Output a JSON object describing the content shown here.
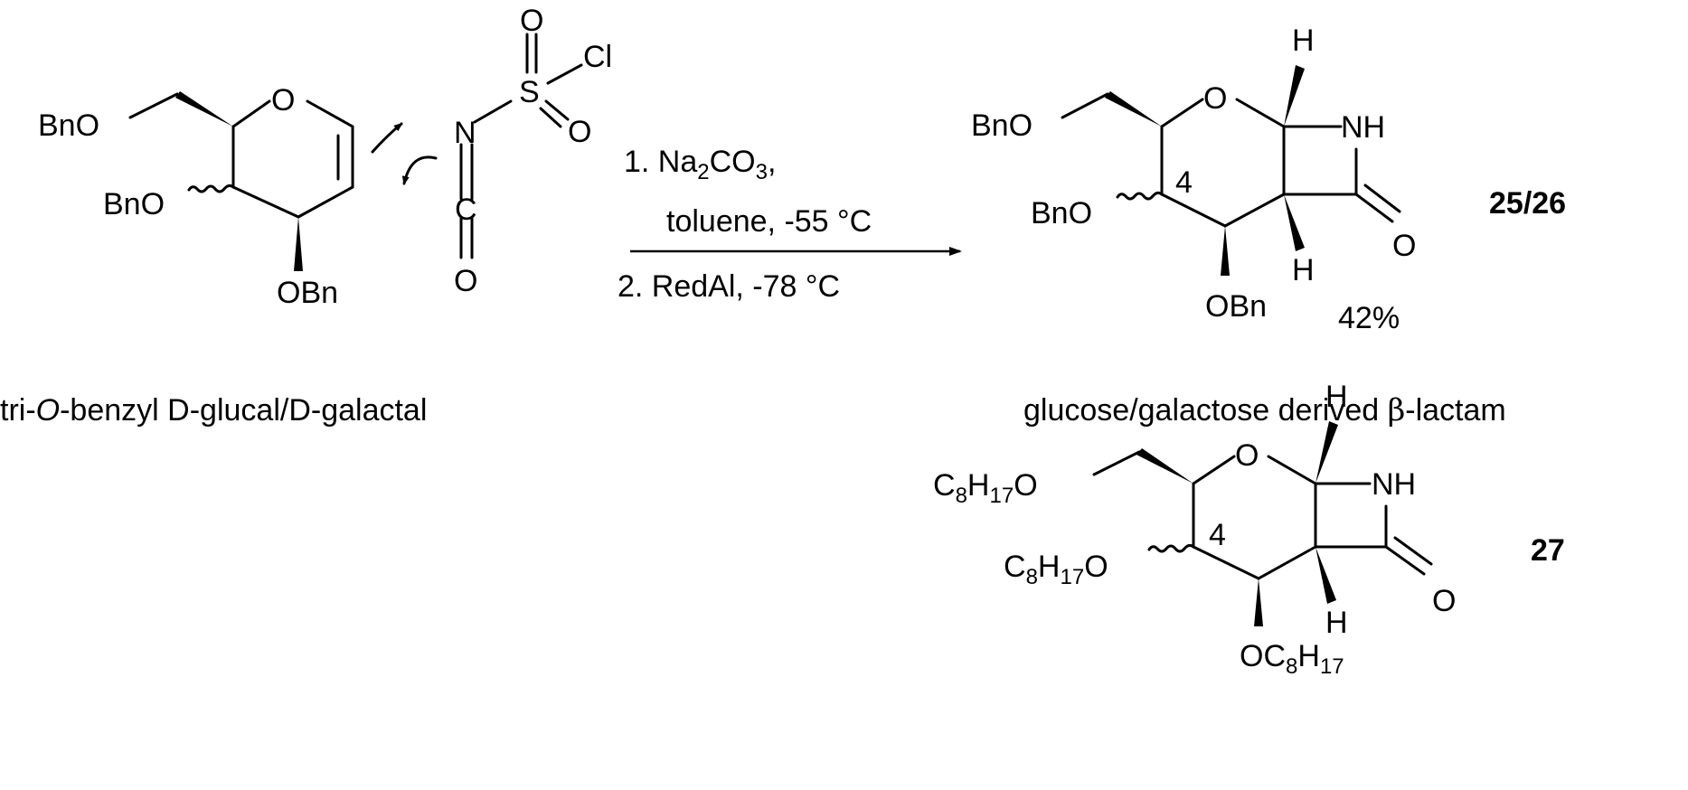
{
  "reactant": {
    "caption_prefix": "tri-",
    "caption_italic": "O",
    "caption_suffix": "-benzyl D-glucal/D-galactal",
    "ring_o": "O",
    "bno_top": "BnO",
    "bno_mid": "BnO",
    "obn_bottom": "OBn"
  },
  "reagent": {
    "o_top": "O",
    "s": "S",
    "cl": "Cl",
    "o_right": "O",
    "n": "N",
    "c": "C",
    "o_bottom": "O"
  },
  "conditions": {
    "step1_prefix": "1. Na",
    "step1_sub1": "2",
    "step1_co": "CO",
    "step1_sub2": "3",
    "step1_end": ",",
    "step1_line2": "toluene, -55 °C",
    "step2": "2. RedAl, -78 °C"
  },
  "product": {
    "h_top": "H",
    "ring_o": "O",
    "nh": "NH",
    "bno_top": "BnO",
    "position": "4",
    "bno_mid": "BnO",
    "carbonyl_o": "O",
    "h_bottom": "H",
    "obn_bottom": "OBn",
    "yield": "42%",
    "compound_id": "25/26",
    "caption_prefix": "glucose/galactose derived ",
    "caption_greek": "β",
    "caption_suffix": "-lactam"
  },
  "product27": {
    "h_top": "H",
    "ring_o": "O",
    "nh": "NH",
    "c": "C",
    "c_sub": "8",
    "h": "H",
    "h_sub": "17",
    "o": "O",
    "position": "4",
    "carbonyl_o": "O",
    "h_bottom": "H",
    "compound_id": "27"
  }
}
